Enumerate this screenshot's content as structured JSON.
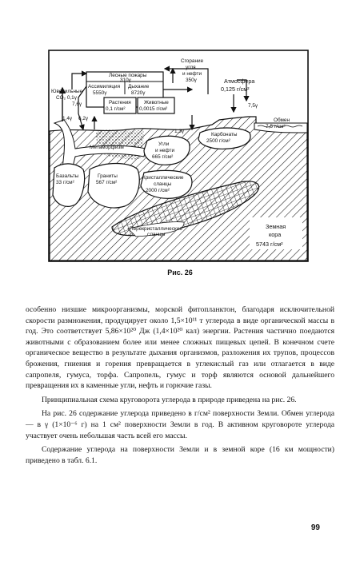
{
  "figure": {
    "labels": {
      "juvenile_co2": "Ювенильные",
      "juvenile_co2_value": "CO₂ 0,1γ",
      "assimilation": "Ассимиляция",
      "assimilation_value": "5550γ",
      "respiration": "Дыхание",
      "respiration_value": "8720γ",
      "fires": "Лесные пожары",
      "fires_value": "310γ",
      "burning": "Сгорание",
      "burning_2": "угля",
      "burning_3": "и нефти",
      "burning_value": "350γ",
      "atmosphere": "Атмосфера",
      "atmosphere_value": "0,125 г/см²",
      "flux_76": "7,6γ",
      "flux_14": "1,4γ",
      "flux_62": "6,2γ",
      "flux_75": "7,5γ",
      "flux_13": "1,3γ",
      "plants": "Растения",
      "plants_value": "0,1 г/см²",
      "animals": "Животные",
      "animals_value": "0,0015 г/см²",
      "exchange": "Обмен",
      "exchange_value": "7,5 г/см²",
      "coal": "Угли",
      "coal_2": "и нефти",
      "coal_value": "665 г/см²",
      "carbonates": "Карбонаты",
      "carbonates_value": "2500 г/см²",
      "metamorphism": "Метаморфизм",
      "basalts": "Базальты",
      "basalts_value": "33 г/см²",
      "granites": "Граниты",
      "granites_value": "567 г/см²",
      "crystalline_slates": "Кристаллические",
      "crystalline_slates_2": "сланцы",
      "crystalline_slates_value": "2000 г/см²",
      "recrystallized": "Перекристаллические",
      "recrystallized_2": "сланцы",
      "earth_crust": "Земная",
      "earth_crust_2": "кора",
      "earth_crust_value": "5743 г/см²"
    }
  },
  "caption": "Рис. 26",
  "paragraphs": [
    "особенно низшие микроорганизмы, морской фитопланктон, благодаря исключительной скорости размножения, продуцирует около 1,5×10¹¹ т углерода в виде органической массы в год. Это соответствует 5,86×10²⁰ Дж (1,4×10²⁰ кал) энергии. Растения частично поедаются животными с образованием более или менее сложных пищевых цепей. В конечном счете органическое вещество в результате дыхания организмов, разложения их трупов, процессов брожения, гниения и горения превращается в углекислый газ или отлагается в виде сапропеля, гумуса, торфа. Сапропель, гумус и торф являются основой дальнейшего превращения их в каменные угли, нефть и горючие газы.",
    "Принципиальная схема круговорота углерода в природе приведена на рис. 26.",
    "На рис. 26 содержание углерода приведено в г/см² поверхности Земли. Обмен углерода — в γ (1×10⁻⁶ г) на 1 см² поверхности Земли в год. В активном круговороте углерода участвует очень небольшая часть всей его массы.",
    "Содержание углерода на поверхности Земли и в земной коре (16 км мощности) приведено в табл. 6.1."
  ],
  "page_number": "99"
}
